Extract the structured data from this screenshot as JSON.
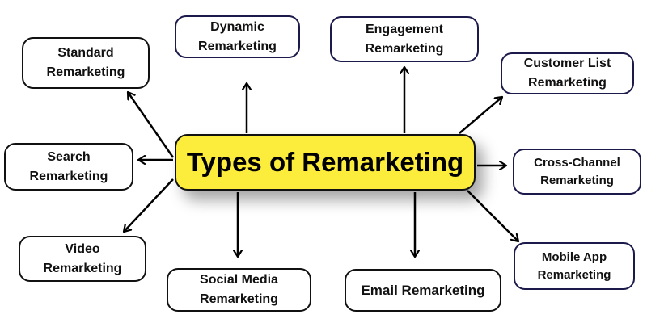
{
  "diagram": {
    "title": "Types of Remarketing",
    "colors": {
      "center_fill": "#fcec3b",
      "border_dark": "#111111",
      "border_navy": "#1c1a4a",
      "arrow": "#000000",
      "background": "#ffffff"
    },
    "nodes": {
      "standard": {
        "line1": "Standard",
        "line2": "Remarketing"
      },
      "dynamic": {
        "line1": "Dynamic",
        "line2": "Remarketing"
      },
      "engagement": {
        "line1": "Engagement",
        "line2": "Remarketing"
      },
      "customer_list": {
        "line1": "Customer List",
        "line2": "Remarketing"
      },
      "search": {
        "line1": "Search",
        "line2": "Remarketing"
      },
      "cross_channel": {
        "line1": "Cross-Channel",
        "line2": "Remarketing"
      },
      "video": {
        "line1": "Video",
        "line2": "Remarketing"
      },
      "social_media": {
        "line1": "Social Media",
        "line2": "Remarketing"
      },
      "email": {
        "line1": "Email Remarketing"
      },
      "mobile_app": {
        "line1": "Mobile App",
        "line2": "Remarketing"
      }
    }
  }
}
